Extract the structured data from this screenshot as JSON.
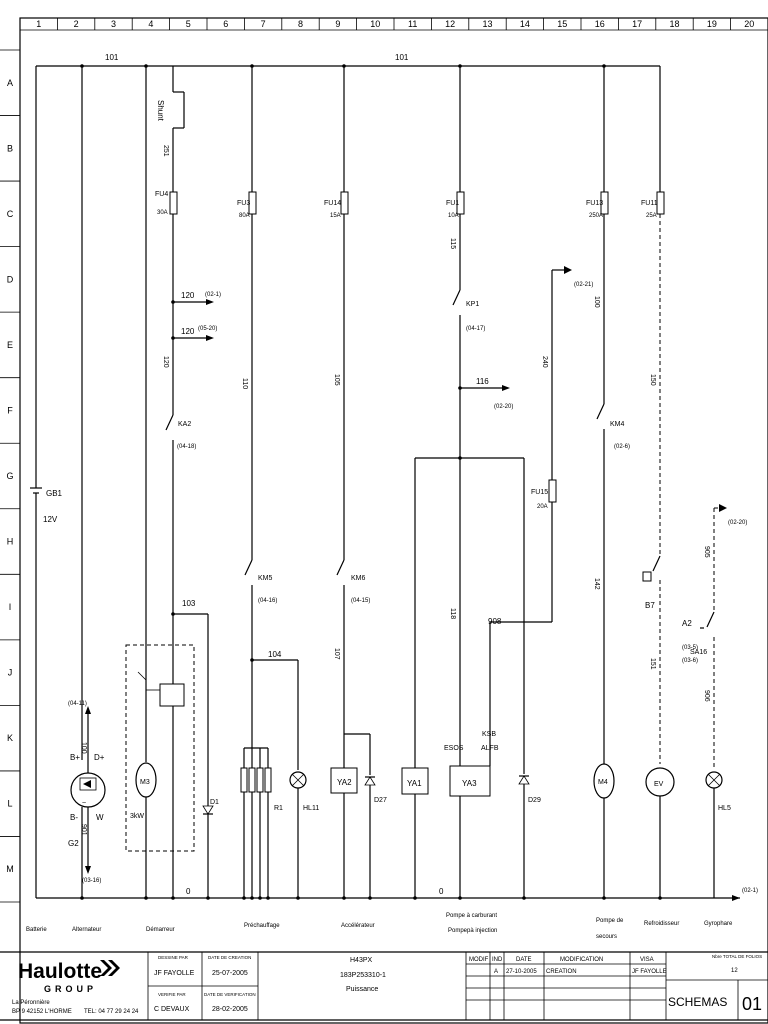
{
  "columns": [
    "1",
    "2",
    "3",
    "4",
    "5",
    "6",
    "7",
    "8",
    "9",
    "10",
    "11",
    "12",
    "13",
    "14",
    "15",
    "16",
    "17",
    "18",
    "19",
    "20"
  ],
  "rows": [
    "A",
    "B",
    "C",
    "D",
    "E",
    "F",
    "G",
    "H",
    "I",
    "J",
    "K",
    "L",
    "M"
  ],
  "wires": {
    "w101_left": "101",
    "w101_right": "101",
    "w251": "251",
    "w120a": "120",
    "w120a_ref": "(02-1)",
    "w120b": "120",
    "w120b_ref": "(05-20)",
    "w120v": "120",
    "w103": "103",
    "w104": "104",
    "w110": "110",
    "w105": "105",
    "w107": "107",
    "w115": "115",
    "w116": "116",
    "w116_ref": "(02-20)",
    "w240": "240",
    "w240_ref": "(02-21)",
    "w118": "118",
    "w908": "908",
    "w100": "100",
    "w142": "142",
    "w150": "150",
    "w151": "151",
    "w905": "905",
    "w906": "906",
    "w905_ref": "(02-20)",
    "w0a": "0",
    "w0b": "0",
    "w0_ref": "(02-1)"
  },
  "components": {
    "shunt": "Shunt",
    "fu4": "FU4",
    "fu4_rating": "30A",
    "fu3": "FU3",
    "fu3_rating": "80A",
    "fu14": "FU14",
    "fu14_rating": "15A",
    "fu1": "FU1",
    "fu1_rating": "10A",
    "fu13": "FU13",
    "fu13_rating": "250A",
    "fu11": "FU11",
    "fu11_rating": "25A",
    "fu15": "FU15",
    "fu15_rating": "20A",
    "kp1": "KP1",
    "kp1_ref": "(04-17)",
    "ka2": "KA2",
    "ka2_ref": "(04-18)",
    "km4": "KM4",
    "km4_ref": "(02-6)",
    "km5": "KM5",
    "km5_ref": "(04-16)",
    "km6": "KM6",
    "km6_ref": "(04-15)",
    "gb1": "GB1",
    "gb1_voltage": "12V",
    "g2": "G2",
    "g2_ref_top": "(04-11)",
    "g2_ref_bottom": "(03-16)",
    "g2_bplus": "B+",
    "g2_dplus": "D+",
    "g2_bminus": "B-",
    "g2_w": "W",
    "m3": "M3",
    "m3_power": "3kW",
    "d1": "D1",
    "r1": "R1",
    "hl11": "HL11",
    "ya2": "YA2",
    "d27": "D27",
    "ya1": "YA1",
    "ya3": "YA3",
    "esos": "ESOS",
    "ksb": "KSB",
    "alfb": "ALFB",
    "d29": "D29",
    "m4": "M4",
    "ev": "EV",
    "b7": "B7",
    "a2": "A2",
    "sa16": "SA16",
    "sa16_ref1": "(03-5)",
    "sa16_ref2": "(03-6)",
    "hl5": "HL5"
  },
  "functions": {
    "batterie": "Batterie",
    "alternateur": "Alternateur",
    "demarreur": "Démarreur",
    "prechauffage": "Préchauffage",
    "accelerateur": "Accélérateur",
    "pompe_carburant_1": "Pompe à carburant",
    "pompe_carburant_2": "Pompepà injection",
    "pompe_secours_1": "Pompe de",
    "pompe_secours_2": "secours",
    "refroidisseur": "Refroidisseur",
    "gyrophare": "Gyrophare"
  },
  "title_block": {
    "logo_main": "Haulotte",
    "logo_group": "GROUP",
    "address1": "La Péronnière",
    "address2": "BP 9   42152 L'HORME",
    "tel": "TEL: 04 77 29 24 24",
    "dessine_par_label": "DESSINE PAR",
    "dessine_par": "JF FAYOLLE",
    "date_creation_label": "DATE DE CREATION",
    "date_creation": "25-07-2005",
    "verifie_par_label": "VERIFIE PAR",
    "verifie_par": "C DEVAUX",
    "date_verification_label": "DATE DE VERIFICATION",
    "date_verification": "28-02-2005",
    "model": "H43PX",
    "part_number": "183P253310-1",
    "title": "Puissance",
    "modif_label": "MODIF",
    "ind_label": "IND",
    "date_label": "DATE",
    "modification_label": "MODIFICATION",
    "visa_label": "VISA",
    "row_ind": "A",
    "row_date": "27-10-2005",
    "row_modification": "CREATION",
    "row_visa": "JF FAYOLLE",
    "total_folios_label": "Nbre TOTAL DE FOLIOS",
    "total_folios": "12",
    "schemas": "SCHEMAS",
    "folio": "01"
  }
}
